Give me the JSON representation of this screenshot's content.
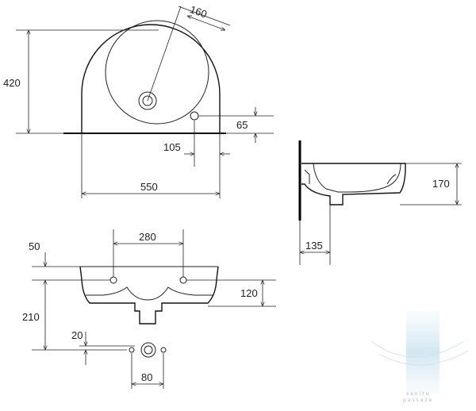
{
  "dimensions": {
    "top_depth": "420",
    "top_bowl_diameter": "160",
    "top_hole_offset_y": "65",
    "top_hole_offset_x": "105",
    "top_width": "550",
    "side_height": "170",
    "side_projection": "135",
    "front_hole_spacing": "280",
    "front_top_offset": "50",
    "front_body_height": "120",
    "front_mount_height": "210",
    "front_small_offset": "20",
    "front_drain_width": "80"
  },
  "watermark": {
    "brand": "sanitu",
    "sub": "passaze"
  },
  "colors": {
    "line": "#222222",
    "wall": "#000000",
    "watermark": "#8aa6b8"
  }
}
